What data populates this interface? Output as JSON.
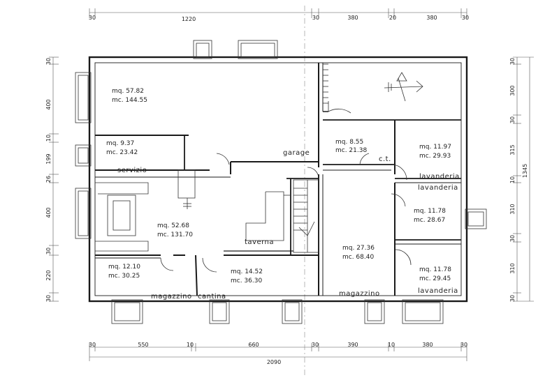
{
  "top_dimensions": [
    "30",
    "1220",
    "30",
    "380",
    "20",
    "380",
    "30"
  ],
  "bottom_dimensions": [
    "30",
    "550",
    "10",
    "660",
    "30",
    "390",
    "10",
    "380",
    "30"
  ],
  "bottom_total": "2090",
  "left_dimensions": [
    "30",
    "400",
    "10",
    "199",
    "26",
    "400",
    "30",
    "220",
    "30"
  ],
  "right_dimensions": [
    "30",
    "300",
    "30",
    "315",
    "10",
    "310",
    "30",
    "310",
    "30"
  ],
  "right_total": "1345",
  "areas": {
    "garage_main": {
      "mq": "mq. 57.82",
      "mc": "mc. 144.55"
    },
    "servizio": {
      "mq": "mq. 9.37",
      "mc": "mc. 23.42"
    },
    "ct": {
      "mq": "mq. 8.55",
      "mc": "mc. 21.38"
    },
    "lav1": {
      "mq": "mq. 11.97",
      "mc": "mc. 29.93"
    },
    "lav2": {
      "mq": "mq. 11.78",
      "mc": "mc. 28.67"
    },
    "lav3": {
      "mq": "mq. 11.78",
      "mc": "mc. 29.45"
    },
    "taverna": {
      "mq": "mq. 52.68",
      "mc": "mc. 131.70"
    },
    "magazzino_left": {
      "mq": "mq. 12.10",
      "mc": "mc. 30.25"
    },
    "cantina": {
      "mq": "mq. 14.52",
      "mc": "mc. 36.30"
    },
    "magazzino_right": {
      "mq": "mq. 27.36",
      "mc": "mc. 68.40"
    }
  },
  "labels": {
    "garage": "garage",
    "servizio": "servizio",
    "ct": "c.t.",
    "lavanderia_1": "lavanderia",
    "lavanderia_2": "lavanderia",
    "lavanderia_3": "lavanderia",
    "taverna": "taverna",
    "magazzino_1": "magazzino",
    "cantina": "cantina",
    "magazzino_2": "magazzino"
  }
}
